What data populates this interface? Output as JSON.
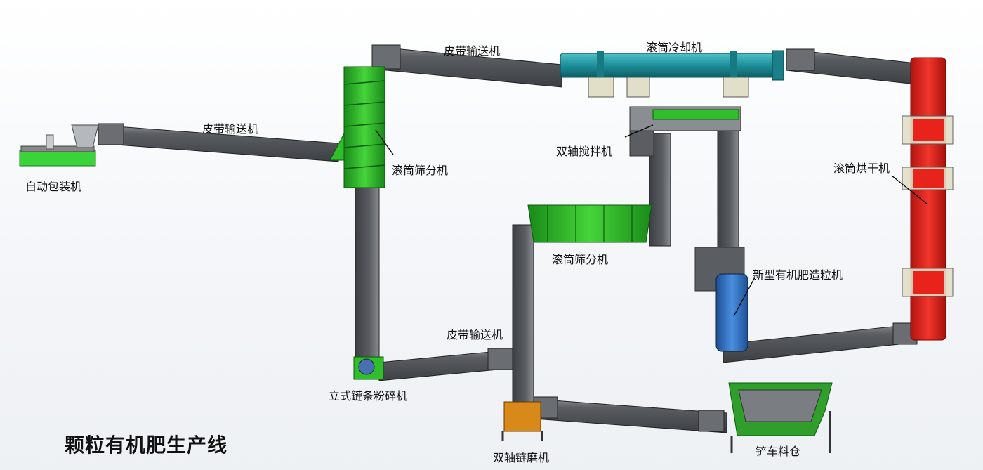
{
  "title": "颗粒有机肥生产线",
  "labels": {
    "belt_conveyor_top": "皮带输送机",
    "belt_conveyor_left": "皮带输送机",
    "belt_conveyor_bottom": "皮带输送机",
    "drum_cooler": "滚筒冷却机",
    "drum_screen_1": "滚筒筛分机",
    "drum_screen_2": "滚筒筛分机",
    "twin_shaft_mixer": "双轴搅拌机",
    "drum_dryer": "滚筒烘干机",
    "granulator": "新型有机肥造粒机",
    "auto_packer": "自动包装机",
    "chain_crusher": "立式鏈条粉碎机",
    "twin_shaft_chain_mill": "双轴链磨机",
    "loader_hopper": "铲车料仓"
  },
  "colors": {
    "conveyor": "#4a4d52",
    "screen": "#2fbf2a",
    "cooler": "#1f8f9a",
    "dryer": "#e8231b",
    "granulator": "#2f74c8",
    "mill": "#d9881a",
    "packer": "#3ad33a"
  }
}
